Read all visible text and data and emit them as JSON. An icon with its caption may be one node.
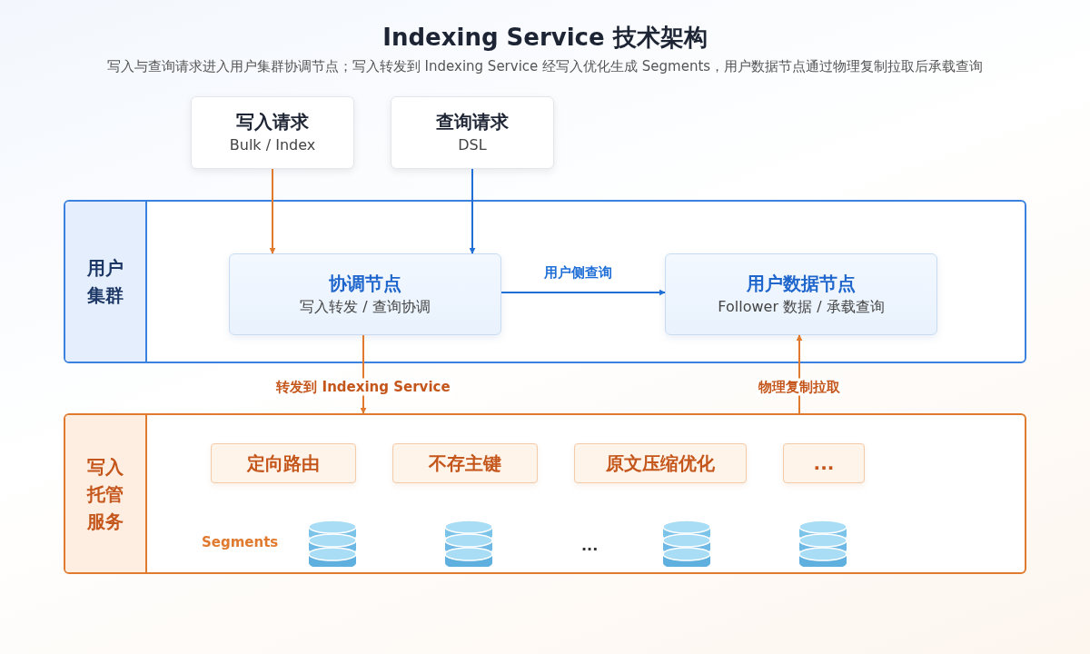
{
  "diagram": {
    "title": "Indexing Service 技术架构",
    "caption": "写入与查询请求进入用户集群协调节点；写入转发到 Indexing Service 经写入优化生成 Segments，用户数据节点通过物理复制拉取后承载查询",
    "nodes": [
      {
        "text": [
          "写入请求",
          "Bulk / Index"
        ]
      },
      {
        "text": [
          "查询请求",
          "DSL"
        ]
      },
      {
        "text": [
          "用户集群"
        ]
      },
      {
        "text": [
          "协调节点",
          "写入转发 / 查询协调"
        ],
        "in": 2
      },
      {
        "text": [
          "用户数据节点",
          "Follower 数据 / 承载查询"
        ],
        "in": 2
      },
      {
        "text": [
          "写入托管服务"
        ]
      },
      {
        "text": [
          "定向路由"
        ],
        "in": 5
      },
      {
        "text": [
          "不存主键"
        ],
        "in": 5
      },
      {
        "text": [
          "原文压缩优化"
        ],
        "in": 5
      },
      {
        "text": [
          "..."
        ],
        "in": 5
      }
    ],
    "edges": [
      {
        "from": 0,
        "to": 3,
        "arrow": "to"
      },
      {
        "from": 1,
        "to": 3,
        "arrow": "to",
        "color": "#1f6fd6"
      },
      {
        "from": 3,
        "to": 4,
        "arrow": "to",
        "label": "用户侧查询",
        "color": "#1f6fd6"
      },
      {
        "from": 3,
        "to": 5,
        "arrow": "to",
        "label": "转发到 Indexing Service"
      },
      {
        "from": 5,
        "to": 4,
        "arrow": "to",
        "label": "物理复制拉取"
      }
    ],
    "labels": [
      "Segments",
      "..."
    ]
  }
}
